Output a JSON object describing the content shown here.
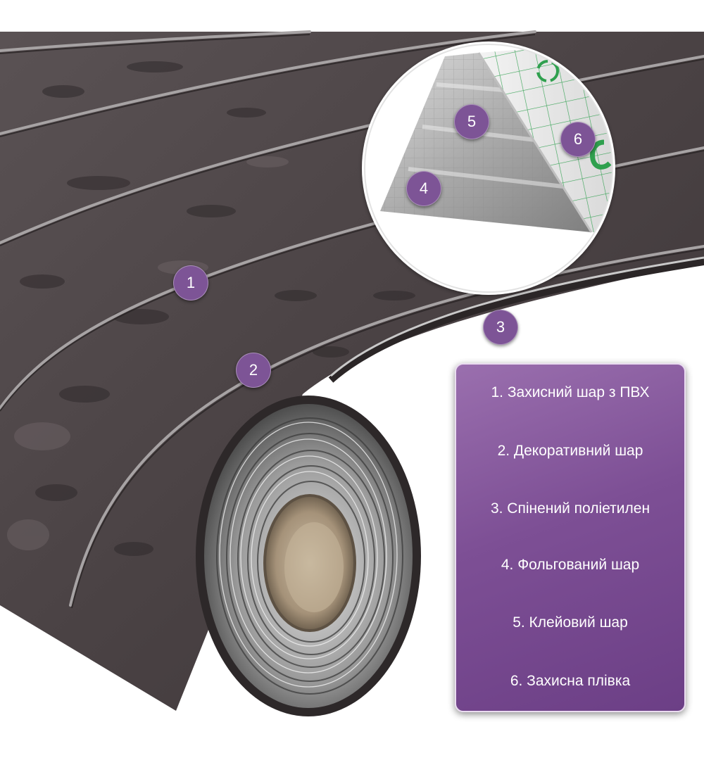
{
  "markers": [
    "1",
    "2",
    "3",
    "4",
    "5",
    "6"
  ],
  "legend": {
    "items": [
      "1. Захисний шар з ПВХ",
      "2. Декоративний шар",
      "3. Спінений поліетилен",
      "4. Фольгований шар",
      "5. Клейовий шар",
      "6. Захисна плівка"
    ]
  },
  "colors": {
    "marker": "#7d5496",
    "legend_background": "#7d4f95",
    "surface": "#4d4547"
  }
}
